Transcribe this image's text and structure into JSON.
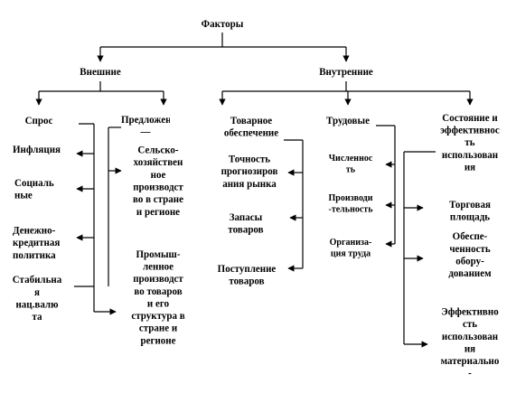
{
  "root": "Факторы",
  "external": {
    "label": "Внешние",
    "demand": {
      "label": "Спрос",
      "items": [
        "Инфляция",
        "Социаль\nные",
        "Денежно-\nкредитная\nполитика",
        "Стабильна\nя\nнац.валю\nта"
      ]
    },
    "supply": {
      "label": "Предложен\n—",
      "items": [
        "Сельско-\nхозяйствен\nное\nпроизводст\nво в стране\nи регионе",
        "Промыш-\nленное\nпроизводст\nво товаров\nи его\nструктура в\nстране и\nрегионе"
      ]
    }
  },
  "internal": {
    "label": "Внутренние",
    "goods": {
      "label": "Товарное\nобеспечение",
      "items": [
        "Точность\nпрогнозиров\nания рынка",
        "Запасы\nтоваров",
        "Поступление\nтоваров"
      ]
    },
    "labor": {
      "label": "Трудовые",
      "items": [
        "Численнос\nть",
        "Производи\n-тельность",
        "Организа-\nция труда"
      ]
    },
    "state": {
      "label": "Состояние и\nэффективнос\nть\nиспользован\nия",
      "items": [
        "Торговая\nплощадь",
        "Обеспе-\nченность\nобору-\nдованием",
        "Эффективно\nсть\nиспользован\nия\nматериально\n-"
      ]
    }
  }
}
